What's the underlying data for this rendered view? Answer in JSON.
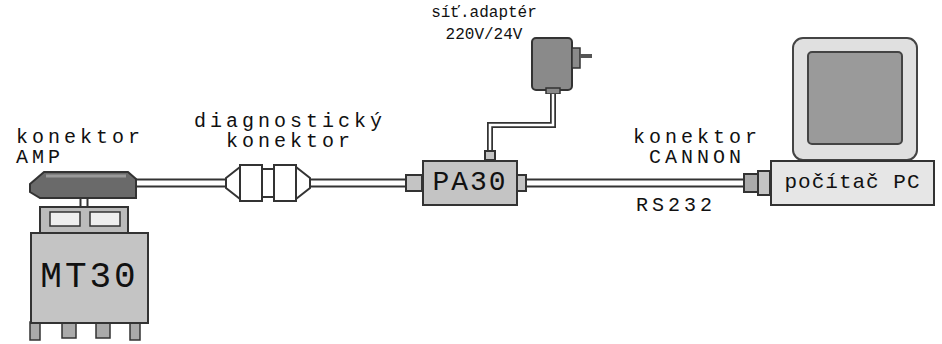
{
  "diagram": {
    "nodes": [
      {
        "text": [
          "MT30"
        ]
      },
      {
        "text": [
          "síť.adaptér 220V/24V"
        ]
      },
      {
        "text": [
          "PA30"
        ]
      },
      {
        "text": [
          "počítač PC"
        ]
      }
    ],
    "edges": [
      {
        "from": 0,
        "to": 2,
        "arrow": "none"
      },
      {
        "from": 1,
        "to": 2,
        "arrow": "none"
      },
      {
        "from": 2,
        "to": 3,
        "arrow": "none"
      }
    ],
    "labels": [
      "konektor AMP",
      "diagnostický konektor",
      "konektor CANNON",
      "RS232"
    ]
  }
}
